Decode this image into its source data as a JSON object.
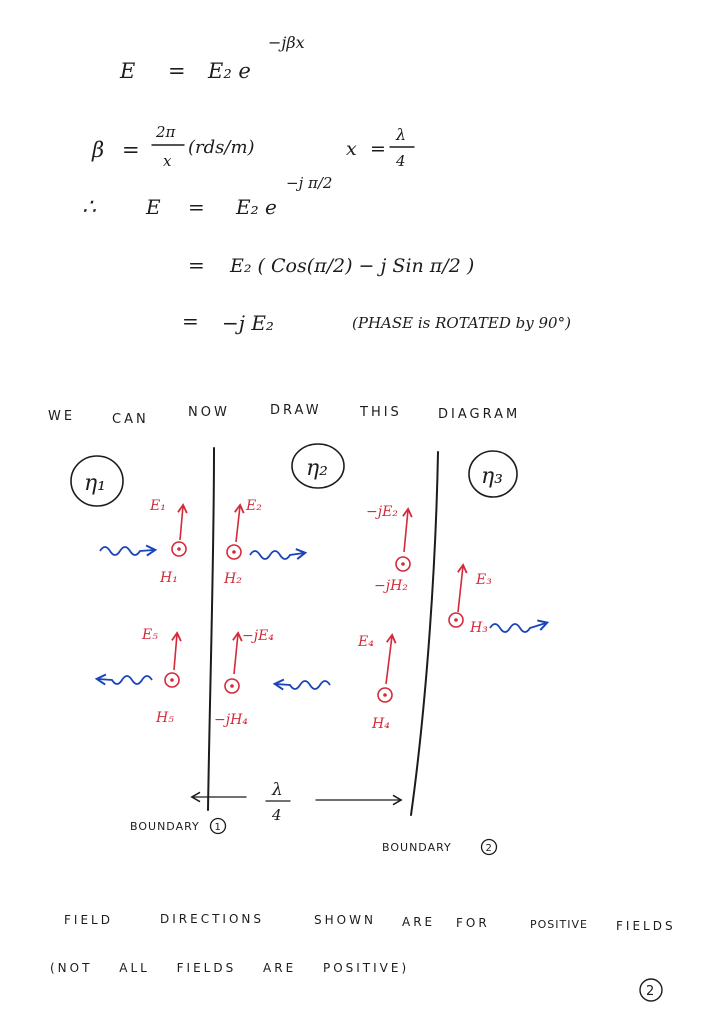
{
  "colors": {
    "ink": "#1c1c1c",
    "field": "#d42a3a",
    "wave": "#1a44b8",
    "paper": "#ffffff"
  },
  "equations": {
    "l1_lhs": "E",
    "l1_eq": "=",
    "l1_rhs": "E₂ e",
    "l1_exp": "−jβx",
    "l2_lhs": "β",
    "l2_eq": "=",
    "l2_num": "2π",
    "l2_den": "x",
    "l2_unit": "(rds/m)",
    "l2b_lhs": "x",
    "l2b_eq": "=",
    "l2b_num": "λ",
    "l2b_den": "4",
    "l3_therefore": "∴",
    "l3_lhs": "E",
    "l3_eq": "=",
    "l3_rhs": "E₂ e",
    "l3_exp": "−j π/2",
    "l4_eq": "=",
    "l4_rhs": "E₂ ( Cos(π/2) − j Sin π/2 )",
    "l5_eq": "=",
    "l5_rhs": "−j E₂",
    "l5_note": "(PHASE is ROTATED by 90°)"
  },
  "diagram": {
    "intro": [
      "WE",
      "CAN",
      "NOW",
      "DRAW",
      "THIS",
      "DIAGRAM"
    ],
    "regions": [
      "η₁",
      "η₂",
      "η₃"
    ],
    "e_labels": {
      "e1": "E₁",
      "e2": "E₂",
      "mje2": "−jE₂",
      "e3": "E₃",
      "e5": "E₅",
      "mje4": "−jE₄",
      "e4": "E₄"
    },
    "h_labels": {
      "h1": "H₁",
      "h2": "H₂",
      "mjh2": "−jH₂",
      "h3": "H₃",
      "h5": "H₅",
      "mjh4": "−jH₄",
      "h4": "H₄"
    },
    "spacing_num": "λ",
    "spacing_den": "4",
    "boundary1": "BOUNDARY",
    "boundary1_num": "1",
    "boundary2": "BOUNDARY",
    "boundary2_num": "2"
  },
  "footer": {
    "line1": [
      "FIELD",
      "DIRECTIONS",
      "SHOWN",
      "ARE",
      "FOR",
      "POSITIVE",
      "FIELDS"
    ],
    "line2": "(NOT ALL FIELDS ARE POSITIVE)",
    "page_number": "2"
  }
}
